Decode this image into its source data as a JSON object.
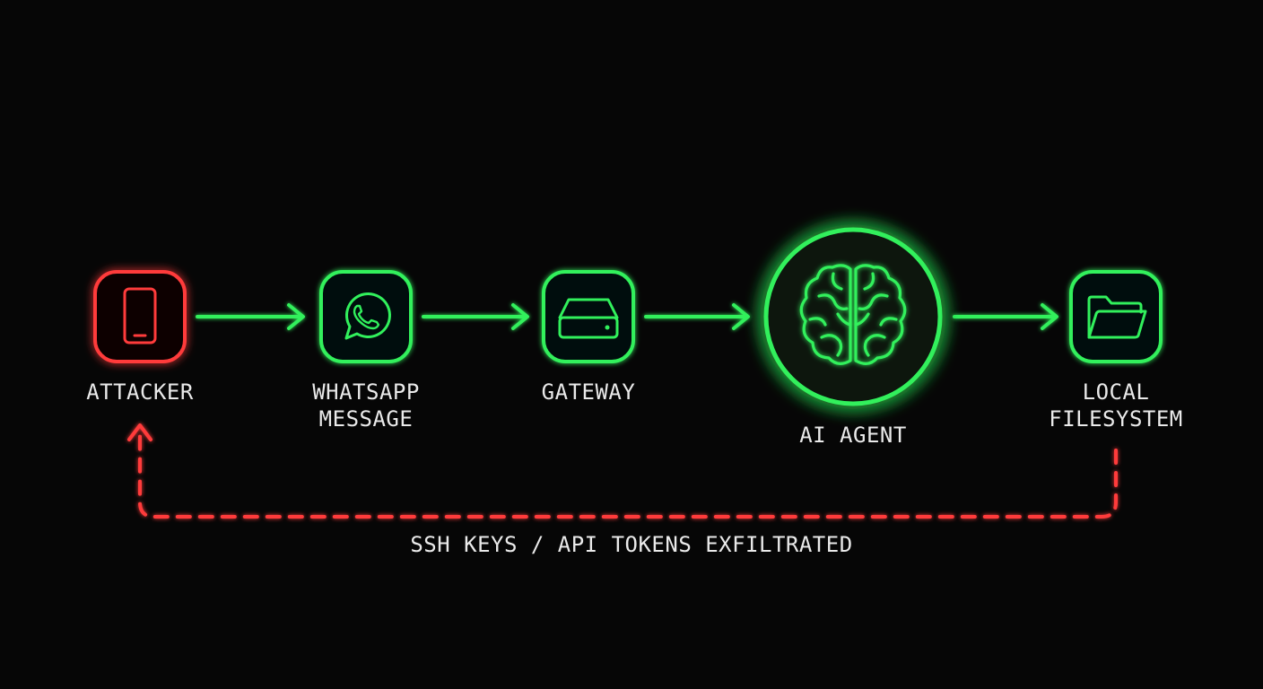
{
  "colors": {
    "background": "#060606",
    "threat_red": "#ff3b3b",
    "flow_green": "#31f05c",
    "label_text": "#eaeaea"
  },
  "nodes": [
    {
      "id": "attacker",
      "lines": [
        "ATTACKER"
      ],
      "icon": "smartphone-icon",
      "status": "threat"
    },
    {
      "id": "whatsapp",
      "lines": [
        "WHATSAPP",
        "MESSAGE"
      ],
      "icon": "whatsapp-icon",
      "status": "normal"
    },
    {
      "id": "gateway",
      "lines": [
        "GATEWAY"
      ],
      "icon": "server-icon",
      "status": "normal"
    },
    {
      "id": "ai-agent",
      "lines": [
        "AI AGENT"
      ],
      "icon": "brain-icon",
      "status": "highlight"
    },
    {
      "id": "filesystem",
      "lines": [
        "LOCAL",
        "FILESYSTEM"
      ],
      "icon": "folder-icon",
      "status": "normal"
    }
  ],
  "edges": [
    {
      "from": "attacker",
      "to": "whatsapp",
      "style": "solid"
    },
    {
      "from": "whatsapp",
      "to": "gateway",
      "style": "solid"
    },
    {
      "from": "gateway",
      "to": "ai-agent",
      "style": "solid"
    },
    {
      "from": "ai-agent",
      "to": "filesystem",
      "style": "solid"
    },
    {
      "from": "filesystem",
      "to": "attacker",
      "style": "dashed"
    }
  ],
  "exfiltration_caption": "SSH KEYS / API TOKENS EXFILTRATED"
}
